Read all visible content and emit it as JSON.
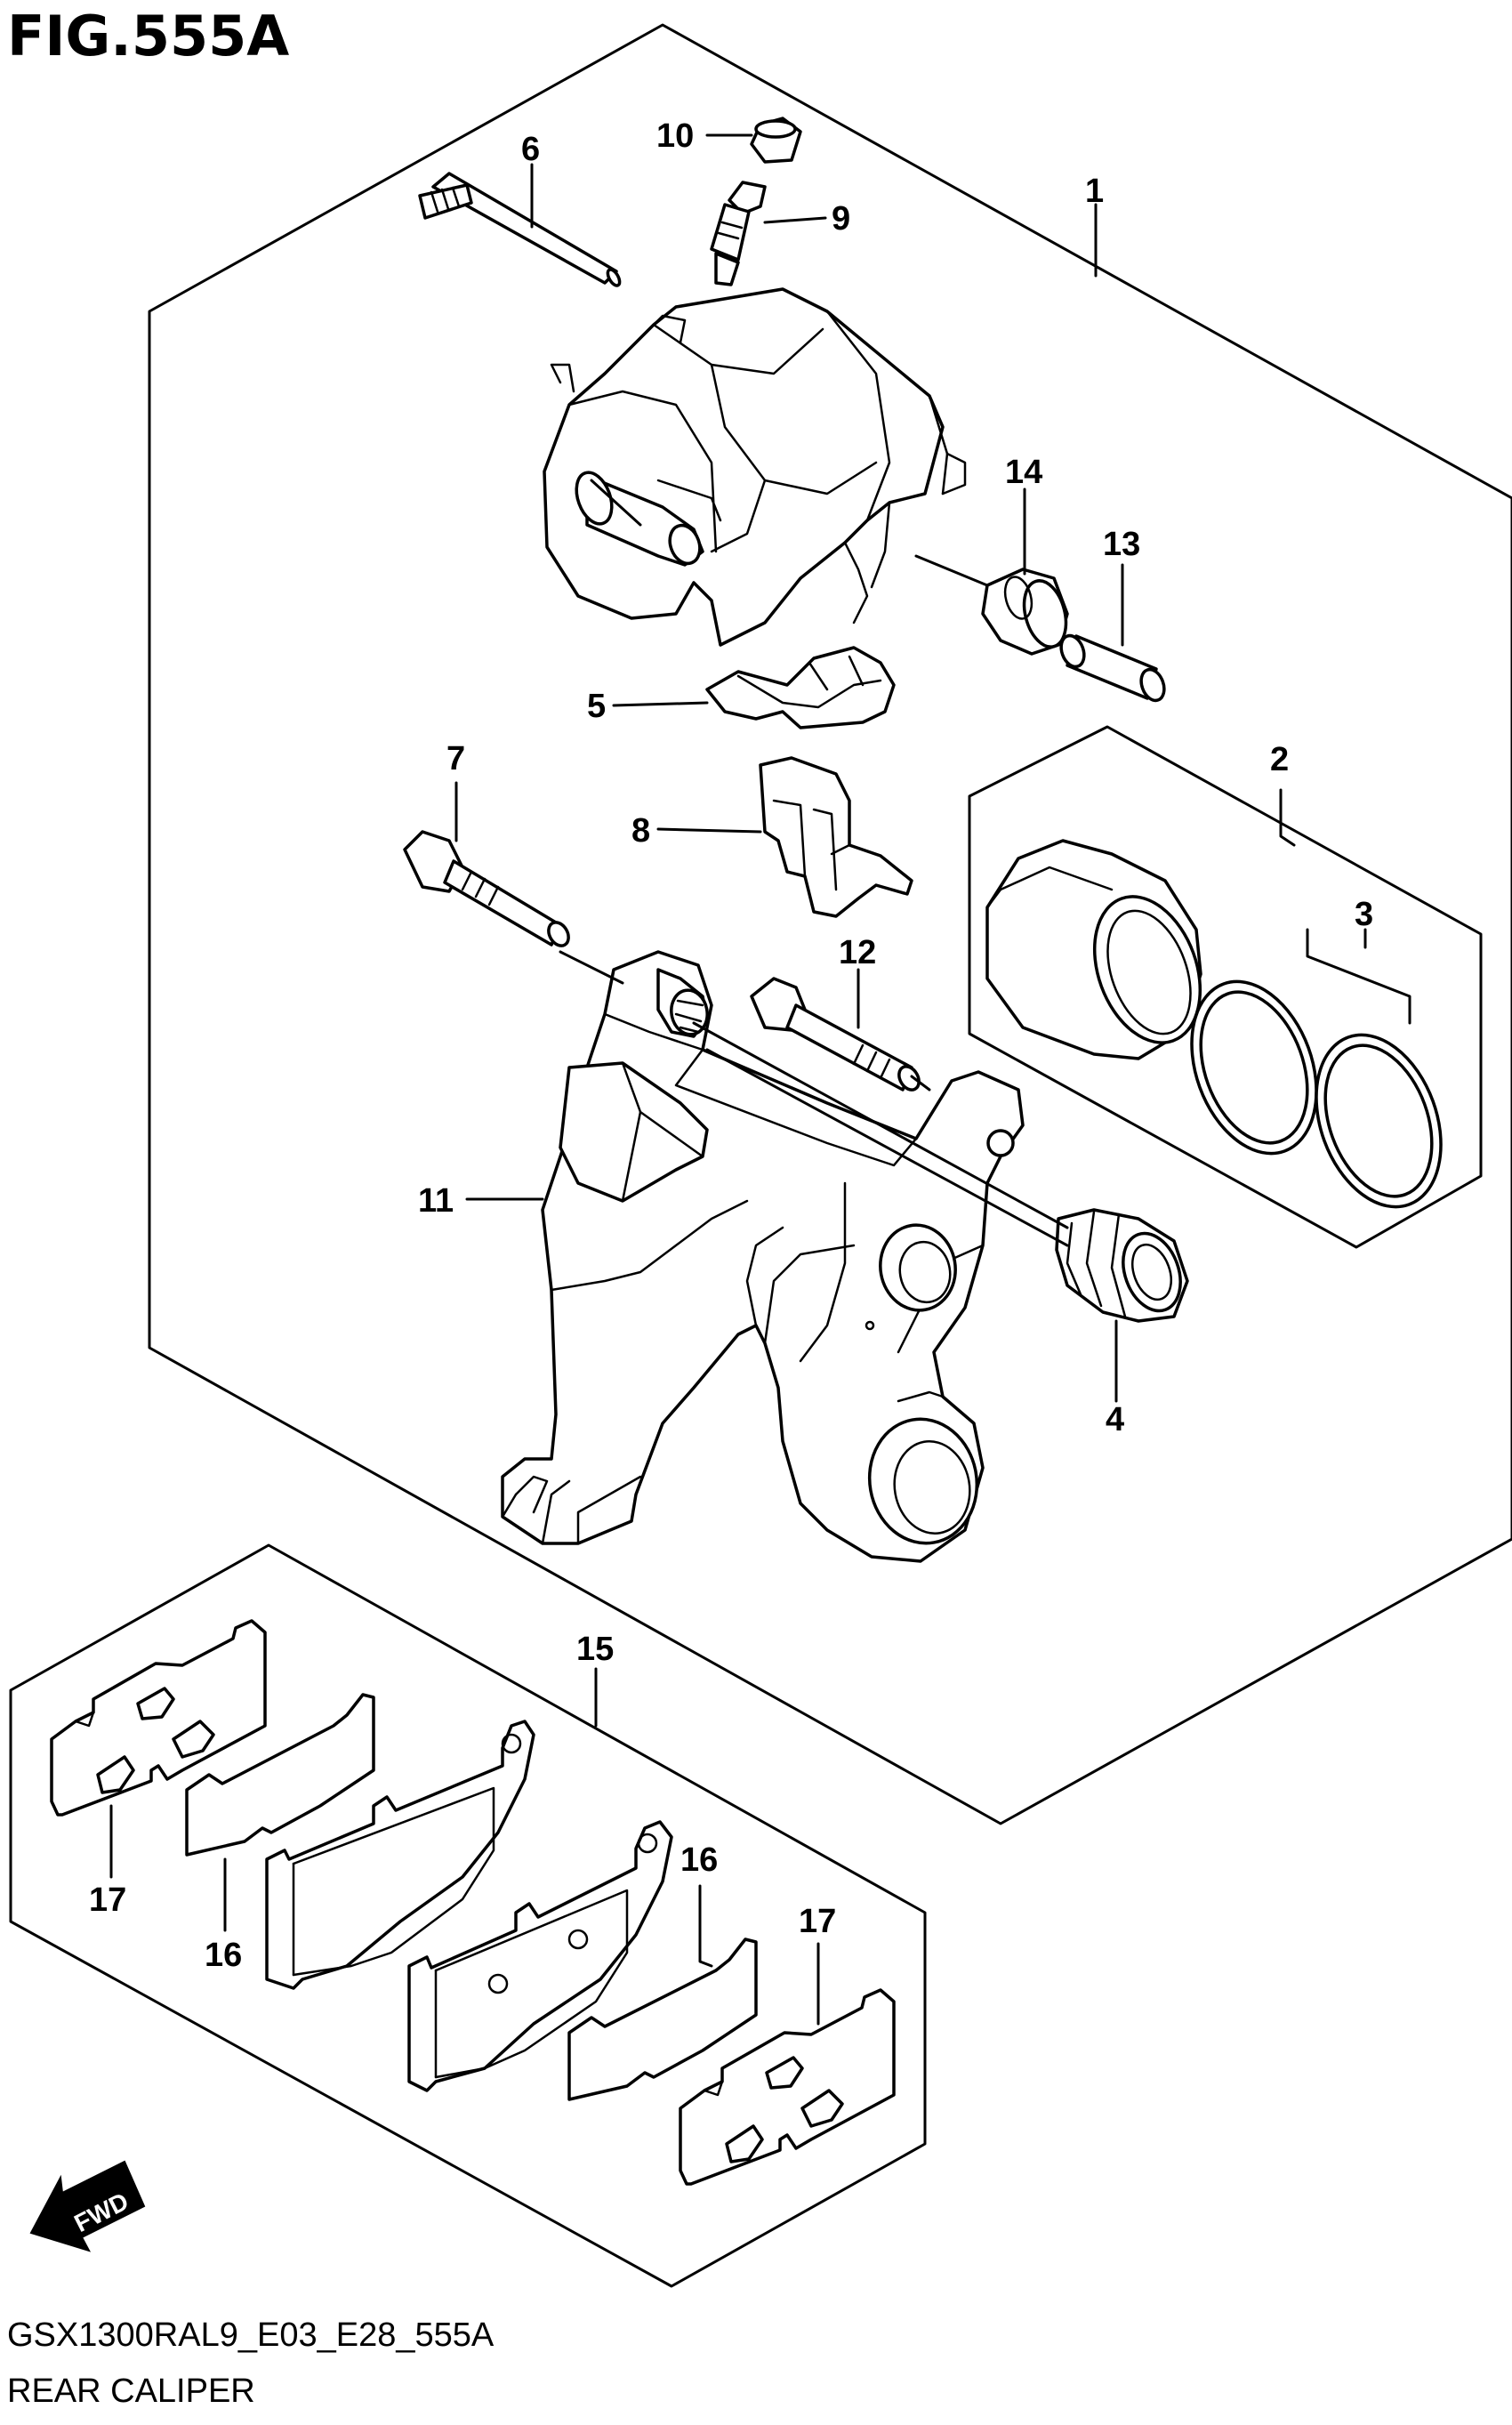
{
  "figure": {
    "title": "FIG.555A",
    "code": "GSX1300RAL9_E03_E28_555A",
    "caption": "REAR CALIPER"
  },
  "direction_label": "FWD",
  "callouts": {
    "c1": "1",
    "c2": "2",
    "c3": "3",
    "c4": "4",
    "c5": "5",
    "c6": "6",
    "c7": "7",
    "c8": "8",
    "c9": "9",
    "c10": "10",
    "c11": "11",
    "c12": "12",
    "c13": "13",
    "c14": "14",
    "c15": "15",
    "c16a": "16",
    "c16b": "16",
    "c17a": "17",
    "c17b": "17"
  }
}
